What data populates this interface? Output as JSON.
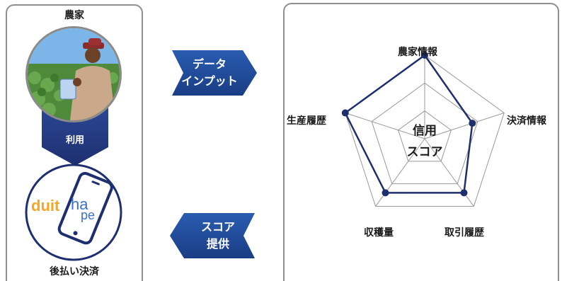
{
  "left_panel": {
    "farmer_label": "農家",
    "use_label": "利用",
    "payment_label": "後払い決済",
    "app_logo": {
      "part1": "duit",
      "part2": "ha",
      "part3": "pe"
    }
  },
  "arrows": {
    "input_line1": "データ",
    "input_line2": "インプット",
    "score_line1": "スコア",
    "score_line2": "提供"
  },
  "chart_data": {
    "type": "radar",
    "center_label_line1": "信用",
    "center_label_line2": "スコア",
    "axes": [
      "農家情報",
      "決済情報",
      "取引履歴",
      "収穫量",
      "生産履歴"
    ],
    "rings": 3,
    "values": [
      1.0,
      0.6,
      0.8,
      0.8,
      1.0
    ],
    "max": 1.0
  },
  "colors": {
    "navy": "#1e2f6f",
    "blue_arrow": "#1f4fa0",
    "panel_border": "#8f8f8f",
    "grid": "#9a9a9a",
    "logo_orange": "#f5a623",
    "logo_blue": "#3a6fd8"
  }
}
